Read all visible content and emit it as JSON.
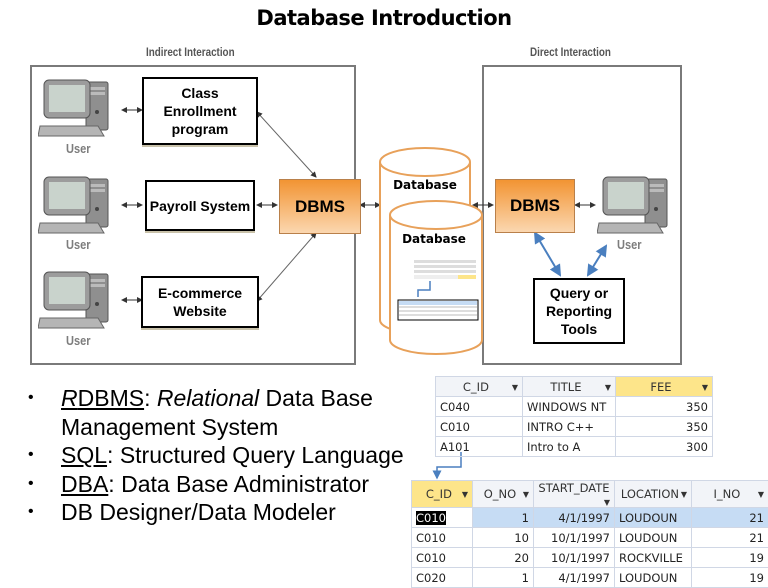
{
  "title": "Database Introduction",
  "indirect": {
    "label": "Indirect Interaction",
    "apps": [
      {
        "label": "Class Enrollment program"
      },
      {
        "label": "Payroll System"
      },
      {
        "label": "E-commerce Website"
      }
    ],
    "user_label": "User",
    "dbms_label": "DBMS"
  },
  "database": {
    "label_back": "Database",
    "label_front": "Database",
    "accent_color": "#e8a15a"
  },
  "direct": {
    "label": "Direct Interaction",
    "dbms_label": "DBMS",
    "user_label": "User",
    "tools_label": "Query or Reporting Tools"
  },
  "bullets": [
    {
      "term_first": "R",
      "term_rest": "DBMS",
      "sep": ": ",
      "desc_italic": "Relational",
      "desc": " Data Base Management System"
    },
    {
      "term": "SQL",
      "sep": ": ",
      "desc": "Structured Query Language"
    },
    {
      "term": "DBA",
      "sep": ": ",
      "desc": "Data Base Administrator"
    },
    {
      "desc": "DB Designer/Data Modeler"
    }
  ],
  "courses_table": {
    "columns": [
      "C_ID",
      "TITLE",
      "FEE"
    ],
    "rows": [
      [
        "C040",
        "WINDOWS NT",
        "350"
      ],
      [
        "C010",
        "INTRO C++",
        "350"
      ],
      [
        "A101",
        "Intro to A",
        "300"
      ]
    ]
  },
  "offerings_table": {
    "columns": [
      "C_ID",
      "O_NO",
      "START_DATE",
      "LOCATION",
      "I_NO"
    ],
    "rows": [
      [
        "C010",
        "1",
        "4/1/1997",
        "LOUDOUN",
        "21"
      ],
      [
        "C010",
        "10",
        "10/1/1997",
        "LOUDOUN",
        "21"
      ],
      [
        "C010",
        "20",
        "10/1/1997",
        "ROCKVILLE",
        "19"
      ],
      [
        "C020",
        "1",
        "4/1/1997",
        "LOUDOUN",
        "19"
      ]
    ]
  },
  "colors": {
    "dbms_orange": "#f29433",
    "link_blue": "#4a7fbf",
    "highlight_yellow": "#fde58a",
    "selected_row": "#c6dcf4"
  }
}
